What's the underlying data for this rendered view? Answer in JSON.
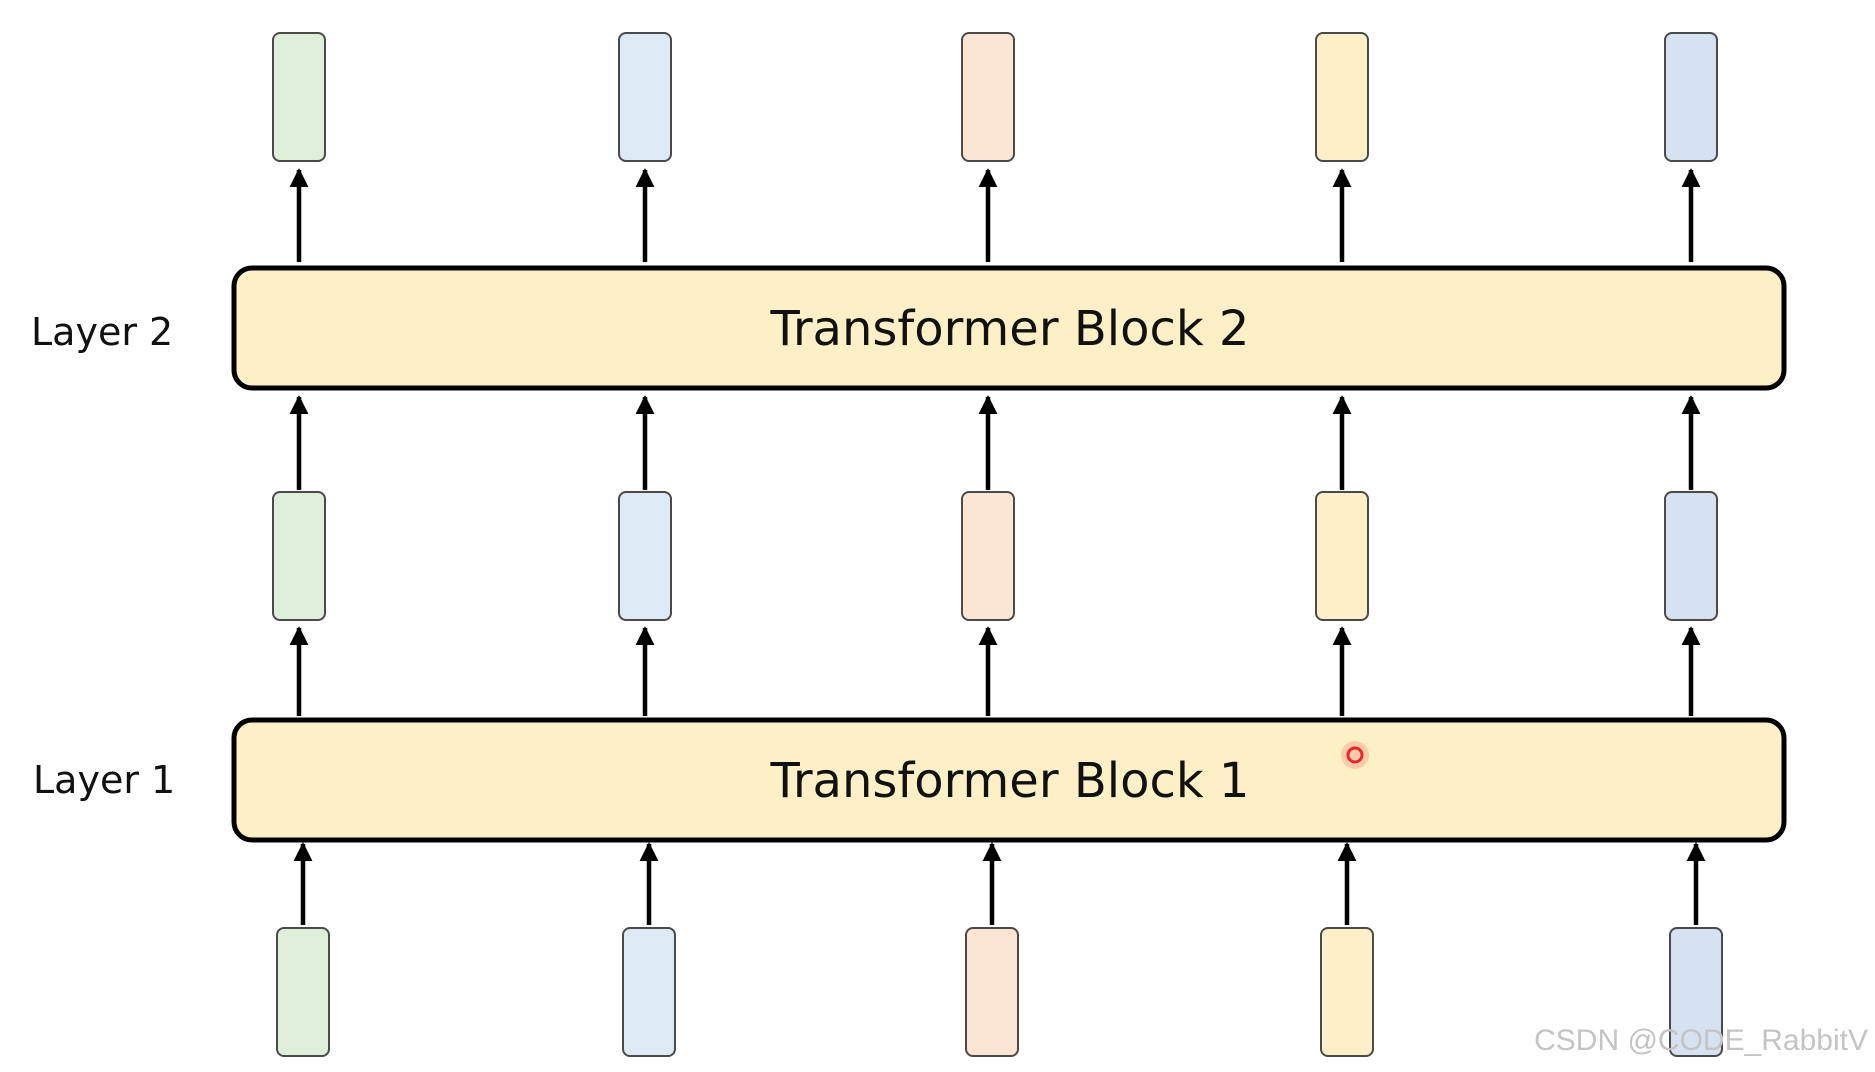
{
  "diagram": {
    "layers": [
      {
        "label": "Layer 1",
        "block_title": "Transformer Block 1"
      },
      {
        "label": "Layer 2",
        "block_title": "Transformer Block 2"
      }
    ],
    "block_fill": "#fdf0c6",
    "block_stroke": "#000000",
    "token_colors": [
      "#deeed9",
      "#ddeaf6",
      "#fbe6d5",
      "#fdf0c9",
      "#d6e2f1"
    ],
    "token_stroke": "#4a4a4a",
    "arrow_color": "#000000",
    "pointer_color": "#e8262e"
  },
  "watermark": "CSDN @CODE_RabbitV"
}
